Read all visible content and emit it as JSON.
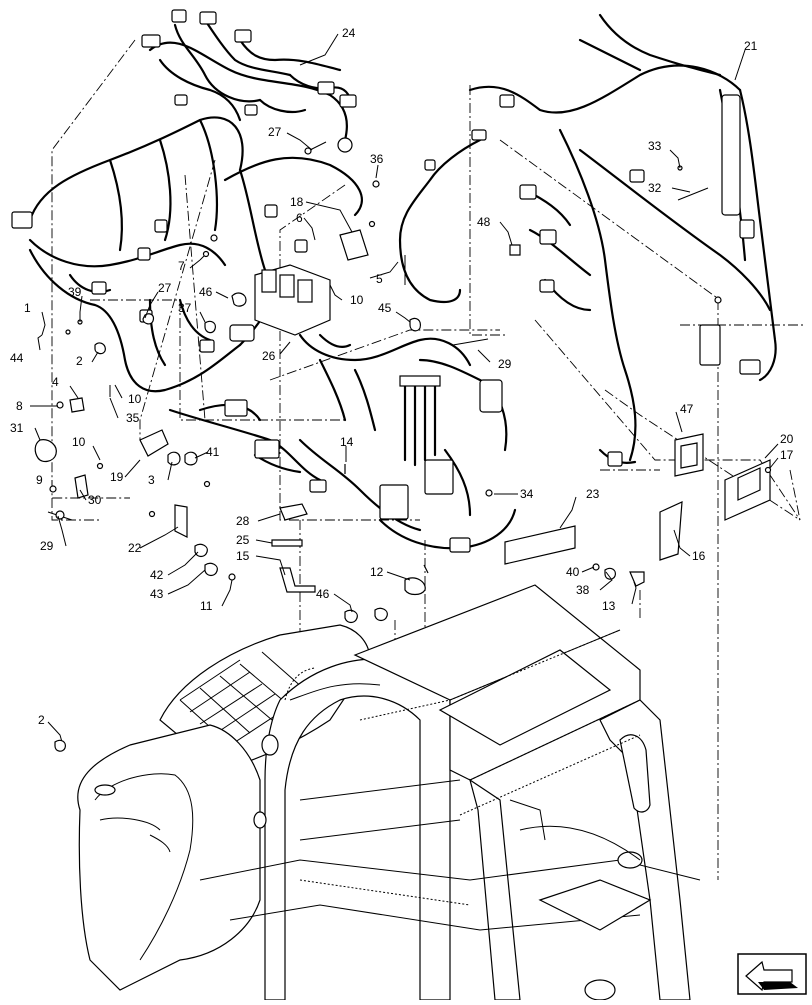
{
  "callouts": [
    {
      "id": "c24",
      "label": "24"
    },
    {
      "id": "c21",
      "label": "21"
    },
    {
      "id": "c27a",
      "label": "27"
    },
    {
      "id": "c36",
      "label": "36"
    },
    {
      "id": "c33",
      "label": "33"
    },
    {
      "id": "c32",
      "label": "32"
    },
    {
      "id": "c18",
      "label": "18"
    },
    {
      "id": "c6",
      "label": "6"
    },
    {
      "id": "c48",
      "label": "48"
    },
    {
      "id": "c7",
      "label": "7"
    },
    {
      "id": "c5",
      "label": "5"
    },
    {
      "id": "c10a",
      "label": "10"
    },
    {
      "id": "c46a",
      "label": "46"
    },
    {
      "id": "c27b",
      "label": "27"
    },
    {
      "id": "c39",
      "label": "39"
    },
    {
      "id": "c1",
      "label": "1"
    },
    {
      "id": "c37",
      "label": "37"
    },
    {
      "id": "c45",
      "label": "45"
    },
    {
      "id": "c44",
      "label": "44"
    },
    {
      "id": "c26",
      "label": "26"
    },
    {
      "id": "c29a",
      "label": "29"
    },
    {
      "id": "c2a",
      "label": "2"
    },
    {
      "id": "c4",
      "label": "4"
    },
    {
      "id": "c8",
      "label": "8"
    },
    {
      "id": "c10b",
      "label": "10"
    },
    {
      "id": "c35",
      "label": "35"
    },
    {
      "id": "c31",
      "label": "31"
    },
    {
      "id": "c10c",
      "label": "10"
    },
    {
      "id": "c14",
      "label": "14"
    },
    {
      "id": "c47",
      "label": "47"
    },
    {
      "id": "c20",
      "label": "20"
    },
    {
      "id": "c17",
      "label": "17"
    },
    {
      "id": "c41",
      "label": "41"
    },
    {
      "id": "c19",
      "label": "19"
    },
    {
      "id": "c3",
      "label": "3"
    },
    {
      "id": "c9",
      "label": "9"
    },
    {
      "id": "c30",
      "label": "30"
    },
    {
      "id": "c34",
      "label": "34"
    },
    {
      "id": "c23",
      "label": "23"
    },
    {
      "id": "c29b",
      "label": "29"
    },
    {
      "id": "c28",
      "label": "28"
    },
    {
      "id": "c22",
      "label": "22"
    },
    {
      "id": "c25",
      "label": "25"
    },
    {
      "id": "c16",
      "label": "16"
    },
    {
      "id": "c15",
      "label": "15"
    },
    {
      "id": "c40",
      "label": "40"
    },
    {
      "id": "c42",
      "label": "42"
    },
    {
      "id": "c12",
      "label": "12"
    },
    {
      "id": "c38",
      "label": "38"
    },
    {
      "id": "c43",
      "label": "43"
    },
    {
      "id": "c11",
      "label": "11"
    },
    {
      "id": "c13",
      "label": "13"
    },
    {
      "id": "c46b",
      "label": "46"
    },
    {
      "id": "c2b",
      "label": "2"
    }
  ]
}
